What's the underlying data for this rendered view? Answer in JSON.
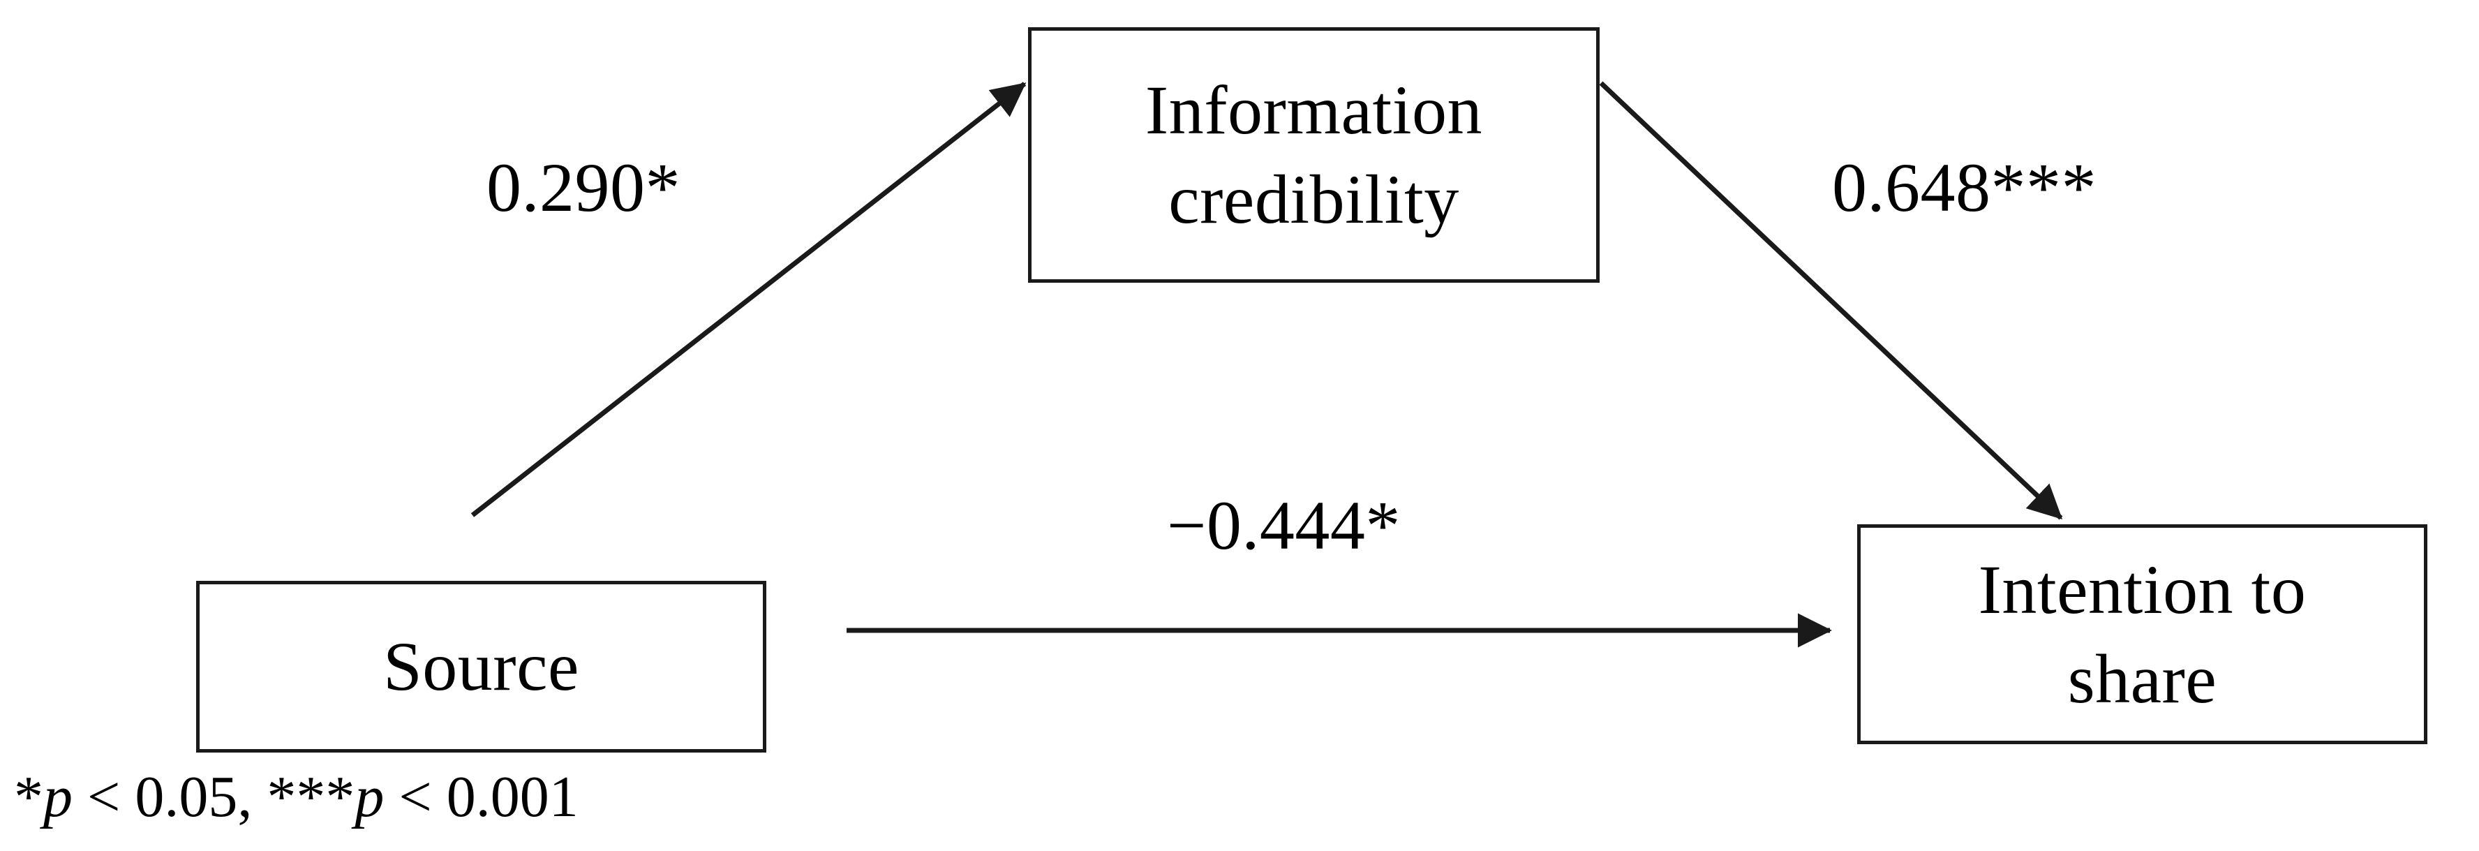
{
  "figure": {
    "type": "path-diagram",
    "title": "",
    "background_color": "#ffffff",
    "line_color": "#1a1a1a",
    "text_color": "#000000"
  },
  "nodes": {
    "source": {
      "label": "Source",
      "lines": [
        "Source"
      ]
    },
    "information_credibility": {
      "label": "Information credibility",
      "lines": [
        "Information",
        "credibility"
      ]
    },
    "intention_to_share": {
      "label": "Intention to share",
      "lines": [
        "Intention to",
        "share"
      ]
    }
  },
  "paths": [
    {
      "id": "source-to-credibility",
      "from": "Source",
      "to": "Information credibility",
      "coefficient": "0.290*",
      "value": 0.29,
      "significance": "*",
      "sign": "positive"
    },
    {
      "id": "credibility-to-intention",
      "from": "Information credibility",
      "to": "Intention to share",
      "coefficient": "0.648***",
      "value": 0.648,
      "significance": "***",
      "sign": "positive"
    },
    {
      "id": "source-to-intention",
      "from": "Source",
      "to": "Intention to share",
      "coefficient": "−0.444*",
      "value": -0.444,
      "significance": "*",
      "sign": "negative"
    }
  ],
  "footnote": {
    "prefix_star": "*",
    "p_italic": "p",
    "first": " < 0.05, ",
    "triple_star": "***",
    "p_italic_2": "p",
    "second": " < 0.001",
    "full_text": "*p < 0.05, ***p < 0.001"
  },
  "chart_data": {
    "type": "diagram",
    "title": "",
    "nodes": [
      "Source",
      "Information credibility",
      "Intention to share"
    ],
    "edges": [
      {
        "source": "Source",
        "target": "Information credibility",
        "label": "0.290*",
        "value": 0.29
      },
      {
        "source": "Information credibility",
        "target": "Intention to share",
        "label": "0.648***",
        "value": 0.648
      },
      {
        "source": "Source",
        "target": "Intention to share",
        "label": "−0.444*",
        "value": -0.444
      }
    ],
    "notes": "*p < 0.05, ***p < 0.001"
  }
}
